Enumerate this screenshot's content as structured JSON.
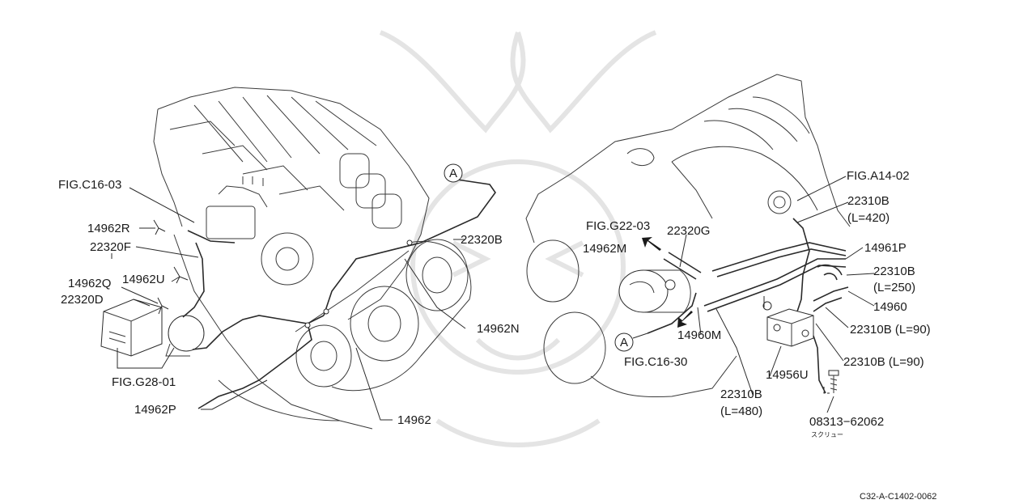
{
  "labels": {
    "fig_c16_03": "FIG.C16-03",
    "p14962R": "14962R",
    "p22320F": "22320F",
    "p14962Q": "14962Q",
    "p14962U": "14962U",
    "p22320D": "22320D",
    "fig_g28_01": "FIG.G28-01",
    "p14962P": "14962P",
    "p14962": "14962",
    "p14962N": "14962N",
    "p22320B": "22320B",
    "callout_a_top": "A",
    "callout_a_bottom": "A",
    "fig_a14_02": "FIG.A14-02",
    "p22310B_420": "22310B",
    "p22310B_420_len": "(L=420)",
    "fig_g22_03": "FIG.G22-03",
    "p22320G": "22320G",
    "p14962M": "14962M",
    "p14961P": "14961P",
    "p22310B_250": "22310B",
    "p22310B_250_len": "(L=250)",
    "p14960": "14960",
    "p22310B_90a": "22310B (L=90)",
    "p14960M": "14960M",
    "fig_c16_30": "FIG.C16-30",
    "p22310B_90b": "22310B (L=90)",
    "p14956U": "14956U",
    "p22310B_480": "22310B",
    "p22310B_480_len": "(L=480)",
    "p08313": "08313−62062",
    "screw_jp": "スクリュー",
    "diagram_code": "C32-A-C1402-0062"
  }
}
